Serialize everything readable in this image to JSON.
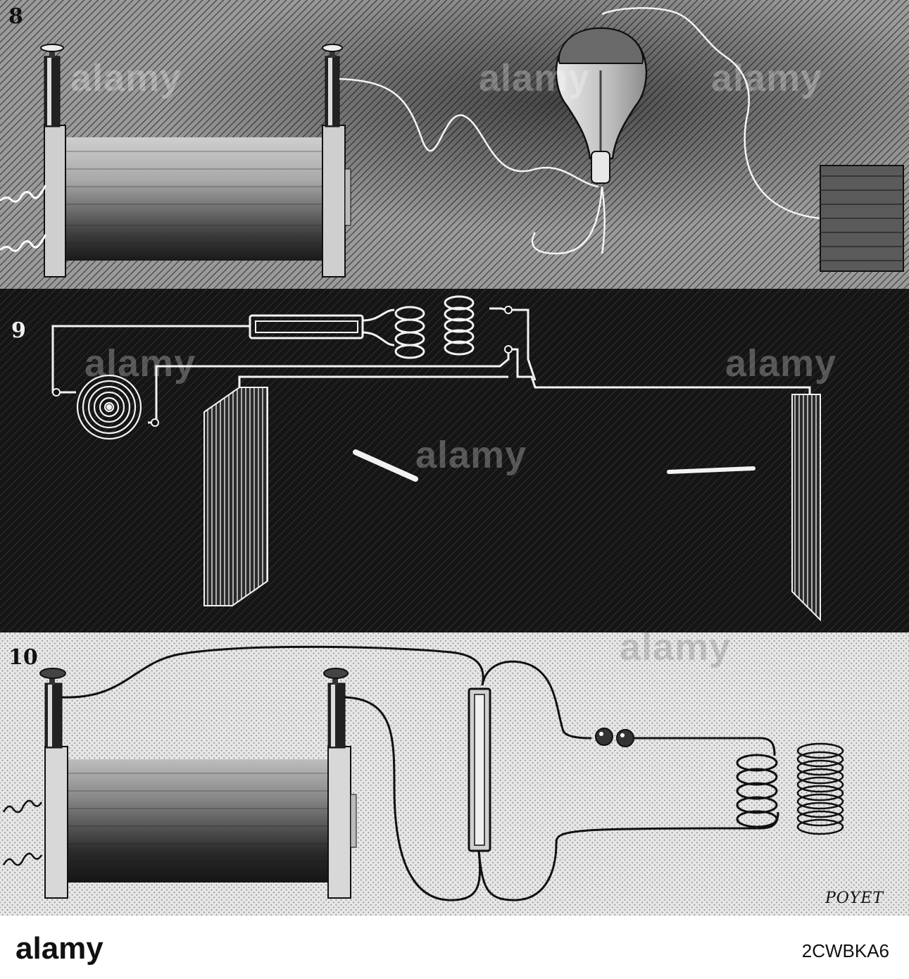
{
  "figures": {
    "fig8": {
      "label": "8"
    },
    "fig9": {
      "label": "9"
    },
    "fig10": {
      "label": "10"
    }
  },
  "signature": "POYET",
  "watermark": {
    "text": "alamy"
  },
  "footer": {
    "logo": "alamy",
    "image_id": "2CWBKA6"
  },
  "colors": {
    "panel8_bg": "#8a8a8a",
    "panel9_bg": "#1a1a1a",
    "panel10_bg": "#e2e2e2",
    "ink": "#111111"
  }
}
